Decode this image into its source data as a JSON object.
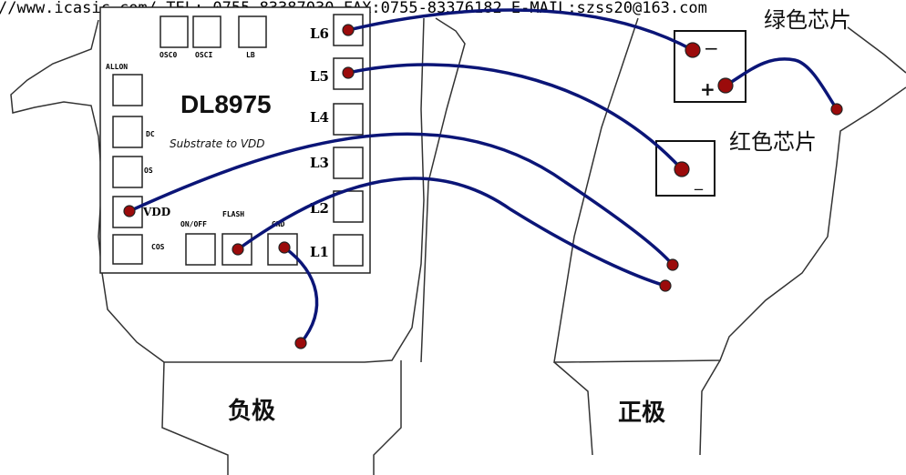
{
  "header_line": "//www.icasic.com/ TEL: 0755-83387030 FAX:0755-83376182 E-MAIL:szss20@163.com",
  "chip": {
    "model": "DL8975",
    "substrate_note": "Substrate to VDD",
    "top_pins": [
      "OSC0",
      "OSCI",
      "LB"
    ],
    "left_pins": [
      "ALLON",
      "",
      "DC",
      "OS",
      "VDD",
      "COS"
    ],
    "bottom_pins": [
      "ON/OFF",
      "FLASH",
      "GND"
    ],
    "right_pins": [
      "L6",
      "L5",
      "L4",
      "L3",
      "L2",
      "L1"
    ]
  },
  "led_labels": {
    "green_chip": "绿色芯片",
    "red_chip": "红色芯片",
    "minus": "−",
    "plus": "+",
    "red_minus": "_"
  },
  "electrodes": {
    "negative": "负极",
    "positive": "正极"
  },
  "colors": {
    "wire": "#0b1577",
    "pad": "#9b0b0b",
    "outline": "#1a1a1a"
  }
}
